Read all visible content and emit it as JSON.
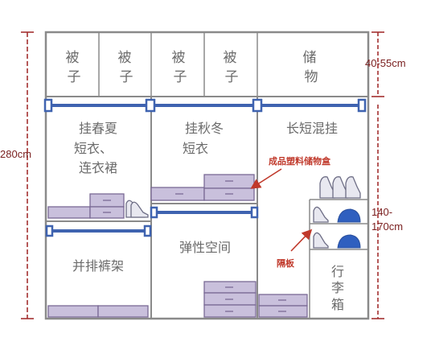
{
  "colors": {
    "frame": "#8a8a8a",
    "rail": "#3f63b0",
    "box_fill": "#c9c0dc",
    "box_stroke": "#7a6a95",
    "dimension": "#a33030",
    "annotation": "#c0392b",
    "text": "#6b6b6b",
    "shoe_fill": "#2f5fbf"
  },
  "top_cells": [
    {
      "line1": "被",
      "line2": "子"
    },
    {
      "line1": "被",
      "line2": "子"
    },
    {
      "line1": "被",
      "line2": "子"
    },
    {
      "line1": "被",
      "line2": "子"
    },
    {
      "line1": "储",
      "line2": "物"
    }
  ],
  "left_upper": {
    "line1": "挂春夏",
    "line2": "短衣、",
    "line3": "连衣裙"
  },
  "left_lower": {
    "label": "并排裤架"
  },
  "mid_upper": {
    "line1": "挂秋冬",
    "line2": "短衣"
  },
  "mid_lower": {
    "label": "弹性空间"
  },
  "right_upper": {
    "label": "长短混挂"
  },
  "luggage": {
    "line1": "行",
    "line2": "李",
    "line3": "箱"
  },
  "annotations": {
    "storage_box": "成品塑料储物盒",
    "divider": "隔板"
  },
  "dimensions": {
    "total": "280cm",
    "top": "40-55cm",
    "hanging_top": "140-",
    "hanging_bottom": "170cm"
  }
}
